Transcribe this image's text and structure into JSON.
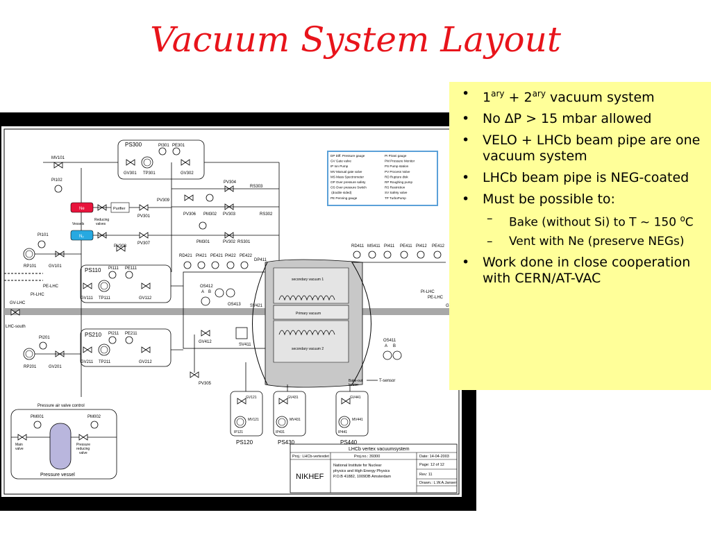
{
  "slide": {
    "title": "Vacuum System Layout"
  },
  "bullets": {
    "b1_prefix": "1",
    "b1_sup1": "ary",
    "b1_mid": " + 2",
    "b1_sup2": "ary",
    "b1_suffix": " vacuum system",
    "b2": "No ∆P > 15 mbar allowed",
    "b3": "VELO + LHCb beam pipe are one vacuum system",
    "b4": "LHCb beam pipe is NEG-coated",
    "b5": "Must be possible to:",
    "s1_prefix": "Bake (without Si) to T ~ 150 ",
    "s1_sup": "o",
    "s1_suffix": "C",
    "s2": "Vent with Ne (preserve NEGs)",
    "b6": "Work done in close cooperation with CERN/AT-VAC"
  },
  "diagram": {
    "modules": {
      "ps300": "PS300",
      "ps110": "PS110",
      "ps210": "PS210",
      "ps120": "PS120",
      "ps430": "PS430",
      "ps440": "PS440"
    },
    "labels": {
      "mv101": "MV101",
      "pi102": "PI102",
      "pi101": "PI101",
      "rp101": "RP101",
      "gv101": "GV101",
      "pi301": "PI301",
      "pe301": "PE301",
      "gv301": "GV301",
      "tp301": "TP301",
      "gv302": "GV302",
      "pv309": "PV309",
      "pv304": "PV304",
      "rs303": "RS303",
      "ne": "Ne",
      "n2": "N₂",
      "purifier": "Purifier",
      "vessels": "Vessels",
      "reducing": "Reducing",
      "valves": "valves",
      "pv301": "PV301",
      "pv306": "PV306",
      "pm302": "PM302",
      "pv303": "PV303",
      "rs302": "RS302",
      "pv308": "PV308",
      "pv307": "PV307",
      "pm301": "PM301",
      "pv302": "PV302",
      "rs301": "RS301",
      "pi111": "PI111",
      "pe111": "PE111",
      "gv111": "GV111",
      "tp111": "TP111",
      "gv112": "GV112",
      "pe_lhc": "PE-LHC",
      "pi_lhc": "PI-LHC",
      "gv_lhc": "GV-LHC",
      "lhc_south": "LHC-south",
      "pi201": "PI201",
      "rp201": "RP201",
      "gv201": "GV201",
      "pi211": "PI211",
      "pe211": "PE211",
      "gv211": "GV211",
      "tp211": "TP211",
      "gv212": "GV212",
      "pv305": "PV305",
      "rd421": "RD421",
      "pi421": "PI421",
      "pe421": "PE421",
      "pi422": "PI422",
      "pe422": "PE422",
      "dp411": "DP411",
      "os412": "OS412",
      "os413": "OS413",
      "sv421": "SV421",
      "a": "A",
      "b": "B",
      "secondary1": "secondary vacuum 1",
      "primary": "Primary vacuum",
      "secondary2": "secondary vacuum 2",
      "gv412": "GV412",
      "sv411": "SV411",
      "bakeout": "Bake-out",
      "heater": "heater",
      "tsensor": "T-sensor",
      "rd411": "RD411",
      "ms411": "MS411",
      "pi411": "PI411",
      "pe411": "PE411",
      "pi412": "PI412",
      "pe412": "PE412",
      "pi_lhc_r": "PI-LHC",
      "pe_lhc_r": "PE-LHC",
      "gv_r": "GV",
      "os411": "OS411",
      "gv121": "GV121",
      "mv121": "MV121",
      "ip121": "IP121",
      "gv431": "GV431",
      "mv431": "MV431",
      "ip431": "IP431",
      "gv441": "GV441",
      "mv441": "MV441",
      "ip441": "IP441",
      "pressure_air_ctrl": "Pressure air valve control",
      "pm001": "PM001",
      "pm002": "PM002",
      "main": "Main",
      "valve": "valve",
      "pressure": "Pressure",
      "reducing2": "reducing",
      "valve2": "valve",
      "pressure_vessel": "Pressure vessel"
    },
    "legend": {
      "left": [
        "DP  Diff. Pressure gauge",
        "GV  Gate valve",
        "IP   Ion Pump",
        "MV  Manual gate valve",
        "MS  Mass Spectrometer",
        "OP  Over pressure safety",
        "OS  Over pressure Switch",
        "       (double sided)",
        "PE   Penning gauge"
      ],
      "right": [
        "PI   Pirani gauge",
        "PM  Pressure Monitor",
        "PS   Pump station",
        "PV   Process Valve",
        "RD  Rupture disk",
        "RP  Roughing pump",
        "RS  Restriction",
        "SV  Safety valve",
        "TP  TurboPump"
      ]
    },
    "titleblock": {
      "system": "LHCb vertex vacuumsystem",
      "proj": "Proj.: LHCb-vertexdet",
      "projno": "Proj.no.: 39300",
      "date": "Date: 14-04-2003",
      "org": "NIKHEF",
      "inst1": "National Institute for Nuclear",
      "inst2": "physics and High Energy Physics",
      "inst3": "P.O.B 41882, 1009DB Amsterdam",
      "page": "Page: 12 of 12",
      "rev": "Rev: 11",
      "drawn": "Drawn.: L.W.A.Jansen"
    }
  },
  "colors": {
    "title": "#e8141b",
    "notes_bg": "#ffff99",
    "ne": "#e8143c",
    "n2": "#27a9e1",
    "vessel": "#b9b6dd",
    "beam": "#a8a8a8"
  }
}
